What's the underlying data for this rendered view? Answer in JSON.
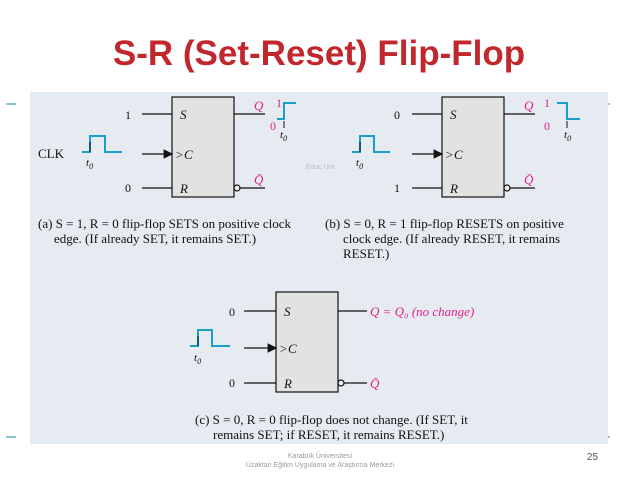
{
  "slide": {
    "title": "S-R (Set-Reset) Flip-Flop",
    "page_number": "25",
    "footer_line1": "Karabük Üniversitesi",
    "footer_line2": "Uzaktan Eğitim Uygulama ve Araştırma Merkezi",
    "footer_faint": "Educ Uni"
  },
  "pins": {
    "S": "S",
    "C": "C",
    "R": "R",
    "Q": "Q",
    "Qbar": "Q̄",
    "clk": "CLK",
    "t0": "t",
    "t0_sub": "0"
  },
  "diagrams": [
    {
      "id": "a",
      "S_in": "1",
      "R_in": "0",
      "Q_high": "1",
      "Q_low": "0",
      "caption_line1": "(a) S = 1, R = 0 flip-flop SETS on positive clock",
      "caption_line2": "edge. (If already SET, it remains SET.)"
    },
    {
      "id": "b",
      "S_in": "0",
      "R_in": "1",
      "Q_high": "1",
      "Q_low": "0",
      "caption_line1": "(b) S = 0, R = 1 flip-flop RESETS on positive",
      "caption_line2": "clock edge. (If already RESET, it remains",
      "caption_line3": "RESET.)"
    },
    {
      "id": "c",
      "S_in": "0",
      "R_in": "0",
      "Q_out": "Q = Q₀ (no change)",
      "caption_line1": "(c) S = 0, R = 0 flip-flop does not change. (If SET, it",
      "caption_line2": "remains SET; if RESET, it remains RESET.)"
    }
  ],
  "colors": {
    "title": "#c0282d",
    "wave": "#1aa0c8",
    "output_label": "#e0208c",
    "panel_bg": "#e6ebf1"
  }
}
